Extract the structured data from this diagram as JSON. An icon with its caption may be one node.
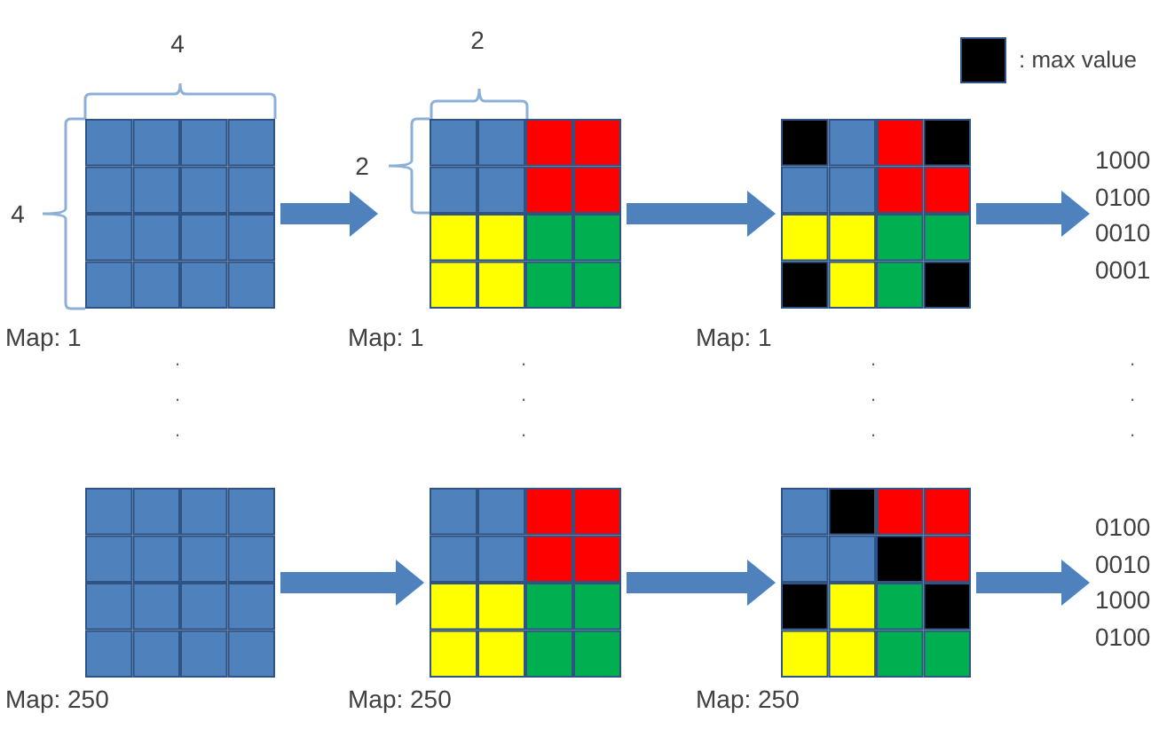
{
  "diagram": {
    "nodes": [
      {
        "text": [],
        "shape": "grid",
        "beside": [
          "Map: 1"
        ]
      },
      {
        "text": [],
        "shape": "grid",
        "beside": [
          "Map: 1"
        ]
      },
      {
        "text": [],
        "shape": "grid",
        "beside": [
          "Map: 1"
        ]
      },
      {
        "text": [
          "1000 0100 0010 0001"
        ]
      },
      {
        "text": [],
        "shape": "grid",
        "beside": [
          "Map: 250"
        ]
      },
      {
        "text": [],
        "shape": "grid",
        "beside": [
          "Map: 250"
        ]
      },
      {
        "text": [],
        "shape": "grid",
        "beside": [
          "Map: 250"
        ]
      },
      {
        "text": [
          "0100 0010 1000 0100"
        ]
      }
    ],
    "edges": [
      {
        "from": 0,
        "to": 1,
        "arrow": "to"
      },
      {
        "from": 1,
        "to": 2,
        "arrow": "to"
      },
      {
        "from": 2,
        "to": 3,
        "arrow": "to"
      },
      {
        "from": 4,
        "to": 5,
        "arrow": "to"
      },
      {
        "from": 5,
        "to": 6,
        "arrow": "to"
      },
      {
        "from": 6,
        "to": 7,
        "arrow": "to"
      }
    ],
    "labels": [
      "4",
      "2",
      "2",
      "4",
      ". . .",
      ". . .",
      ". . .",
      ". . ."
    ],
    "legend": [
      {
        "text": ": max value",
        "color": "#000000"
      }
    ]
  }
}
